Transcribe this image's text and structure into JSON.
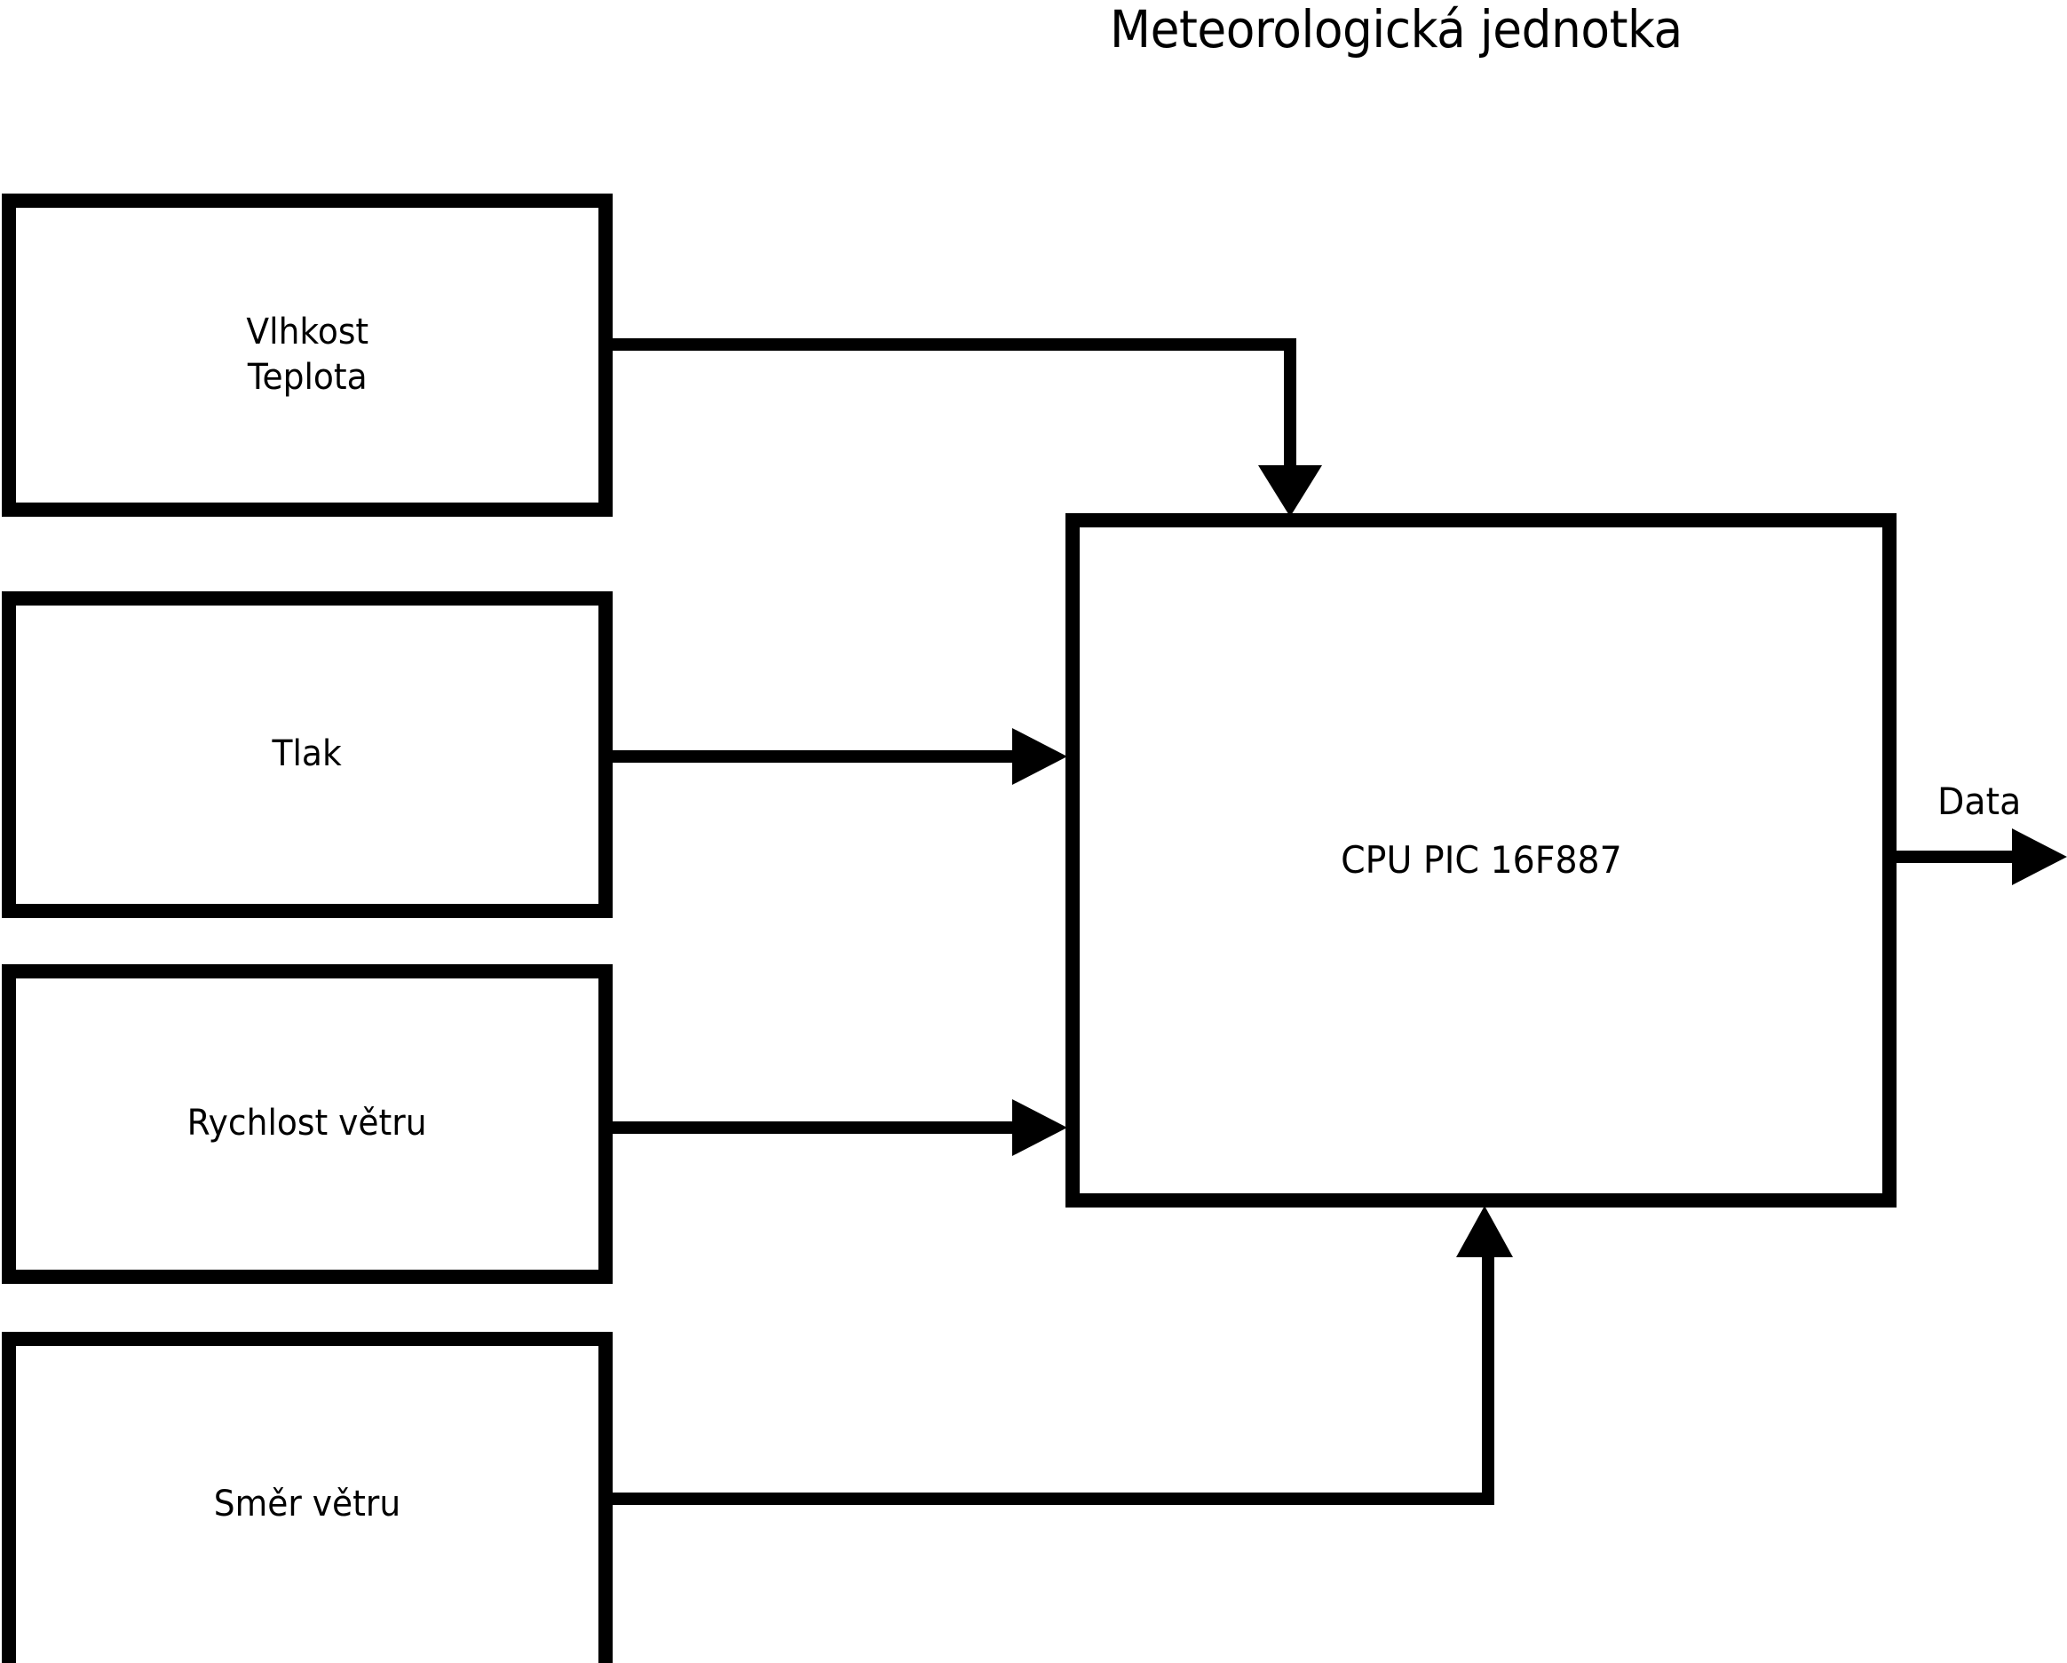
{
  "diagram": {
    "title": "Meteorologická jednotka",
    "type": "block-diagram",
    "language": "cs",
    "background_color": "#ffffff",
    "line_color": "#000000",
    "blocks": [
      {
        "id": "humidity-temperature",
        "label": "Vlhkost\nTeplota",
        "role": "sensor-input"
      },
      {
        "id": "pressure",
        "label": "Tlak",
        "role": "sensor-input"
      },
      {
        "id": "wind-speed",
        "label": "Rychlost větru",
        "role": "sensor-input"
      },
      {
        "id": "wind-direction",
        "label": "Směr větru",
        "role": "sensor-input"
      },
      {
        "id": "cpu",
        "label": "CPU PIC 16F887",
        "role": "processor"
      }
    ],
    "connections": [
      {
        "from": "humidity-temperature",
        "to": "cpu",
        "style": "orthogonal-down",
        "arrow": "into-cpu-top"
      },
      {
        "from": "pressure",
        "to": "cpu",
        "style": "straight",
        "arrow": "into-cpu-left"
      },
      {
        "from": "wind-speed",
        "to": "cpu",
        "style": "straight",
        "arrow": "into-cpu-left"
      },
      {
        "from": "wind-direction",
        "to": "cpu",
        "style": "orthogonal-up",
        "arrow": "into-cpu-bottom"
      },
      {
        "from": "cpu",
        "to": "output",
        "style": "straight",
        "arrow": "out-right",
        "label": "Data"
      }
    ],
    "output_label": "Data"
  }
}
